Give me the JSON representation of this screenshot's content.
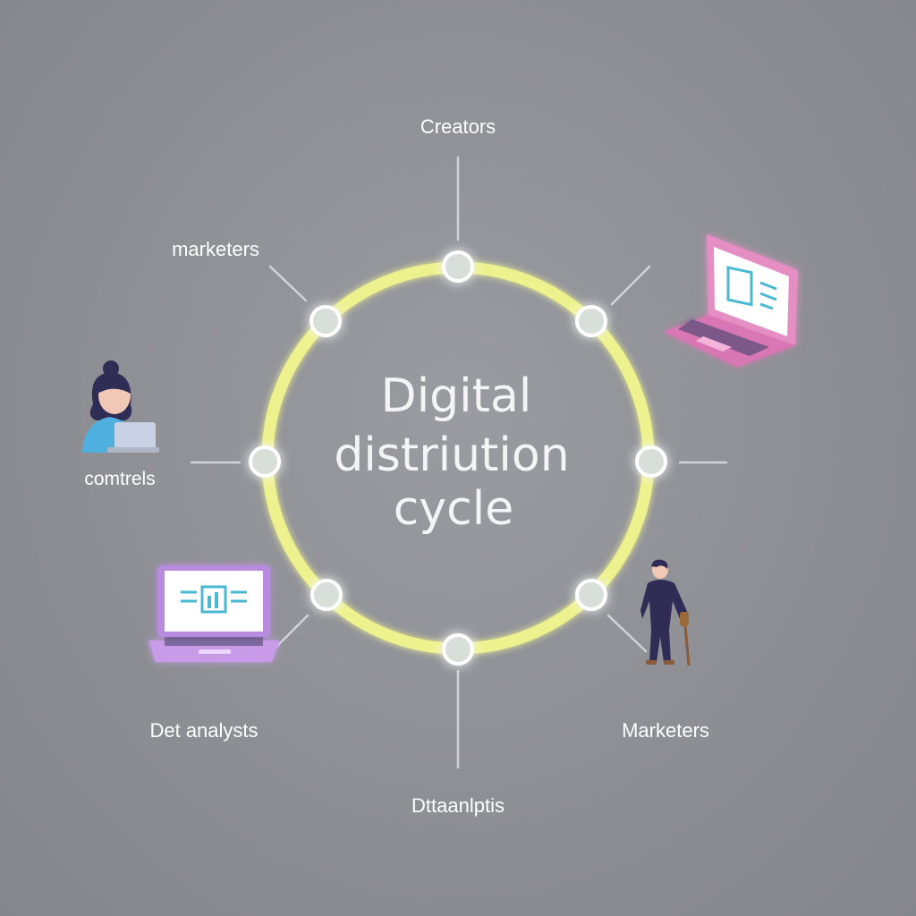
{
  "diagram": {
    "title_lines": [
      "Digital",
      "distriution",
      "cycle"
    ],
    "labels": {
      "top": "Creators",
      "upper_left": "marketers",
      "left": "comtrels",
      "lower_left": "Det analysts",
      "bottom": "Dttaanlptis",
      "lower_right": "Marketers"
    }
  },
  "colors": {
    "background": "#8e8f95",
    "ring": "#eef28e",
    "node_fill": "#d7dfd8",
    "node_stroke": "#ffffff",
    "connector": "#d9dadf",
    "laptop_pink": "#e58ec4",
    "laptop_purple": "#b98be0",
    "screen_accent": "#49b9d3",
    "person_dark": "#2f2d55"
  },
  "icons": [
    "laptop-icon",
    "person-with-laptop-icon",
    "laptop-icon",
    "standing-person-icon"
  ]
}
